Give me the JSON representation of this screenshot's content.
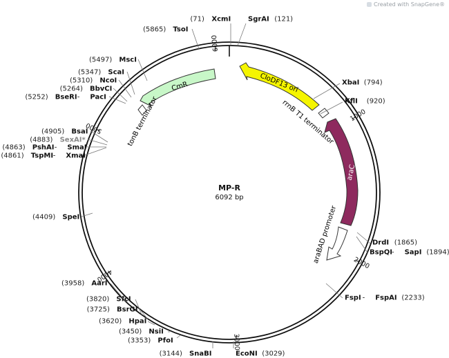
{
  "watermark": "Created with SnapGene®",
  "plasmid": {
    "name": "MP-R",
    "size_label": "6092 bp",
    "length": 6092
  },
  "colors": {
    "backbone": "#111111",
    "clodf13_ori": "#f5f500",
    "arac": "#8e2a5e",
    "cmr": "#c8f7c8",
    "arabad": "#ffffff",
    "terminator": "#ffffff"
  },
  "ticks": [
    {
      "label": "1000",
      "bp": 1000
    },
    {
      "label": "2000",
      "bp": 2000
    },
    {
      "label": "3000",
      "bp": 3000
    },
    {
      "label": "4000",
      "bp": 4000
    },
    {
      "label": "5000",
      "bp": 5000
    },
    {
      "label": "6000",
      "bp": 6000
    }
  ],
  "features": [
    {
      "name": "CloDF13 ori",
      "type": "arrow",
      "color": "#f5f500",
      "text_color": "#000000"
    },
    {
      "name": "araC",
      "type": "arrow",
      "color": "#8e2a5e",
      "text_color": "#ffffff"
    },
    {
      "name": "CmR",
      "type": "arrow",
      "color": "#c8f7c8",
      "text_color": "#000000"
    },
    {
      "name": "araBAD promoter",
      "type": "arrow",
      "color": "#ffffff",
      "text_color": "#000000"
    },
    {
      "name": "rrnB T1 terminator",
      "type": "box",
      "color": "#ffffff"
    },
    {
      "name": "tonB terminator",
      "type": "box",
      "color": "#ffffff"
    }
  ],
  "sites": [
    {
      "pos": "(71)",
      "enzymes": [
        "XcmI"
      ]
    },
    {
      "pos": "(121)",
      "enzymes": [
        "SgrAI"
      ]
    },
    {
      "pos": "(794)",
      "enzymes": [
        "XbaI"
      ]
    },
    {
      "pos": "(920)",
      "enzymes": [
        "KflI"
      ]
    },
    {
      "pos": "(1865)",
      "enzymes": [
        "DrdI"
      ]
    },
    {
      "pos": "(1894)",
      "enzymes": [
        "BspQI",
        "SapI"
      ]
    },
    {
      "pos": "(2233)",
      "enzymes": [
        "FspI",
        "FspAI"
      ]
    },
    {
      "pos": "(3029)",
      "enzymes": [
        "EcoNI"
      ]
    },
    {
      "pos": "(3144)",
      "enzymes": [
        "SnaBI"
      ]
    },
    {
      "pos": "(3353)",
      "enzymes": [
        "PfoI"
      ]
    },
    {
      "pos": "(3450)",
      "enzymes": [
        "NsiI"
      ]
    },
    {
      "pos": "(3620)",
      "enzymes": [
        "HpaI"
      ]
    },
    {
      "pos": "(3725)",
      "enzymes": [
        "BsrGI"
      ]
    },
    {
      "pos": "(3820)",
      "enzymes": [
        "SfcI"
      ]
    },
    {
      "pos": "(3958)",
      "enzymes": [
        "AarI"
      ]
    },
    {
      "pos": "(4409)",
      "enzymes": [
        "SpeI"
      ]
    },
    {
      "pos": "(4861)",
      "enzymes": [
        "TspMI",
        "XmaI"
      ]
    },
    {
      "pos": "(4863)",
      "enzymes": [
        "PshAI",
        "SmaI"
      ]
    },
    {
      "pos": "(4883)",
      "enzymes": [
        "SexAI*"
      ],
      "muted": true
    },
    {
      "pos": "(4905)",
      "enzymes": [
        "BsaI"
      ]
    },
    {
      "pos": "(5252)",
      "enzymes": [
        "BseRI",
        "PacI"
      ]
    },
    {
      "pos": "(5264)",
      "enzymes": [
        "BbvCI"
      ]
    },
    {
      "pos": "(5310)",
      "enzymes": [
        "NcoI"
      ]
    },
    {
      "pos": "(5347)",
      "enzymes": [
        "ScaI"
      ]
    },
    {
      "pos": "(5497)",
      "enzymes": [
        "MscI"
      ]
    },
    {
      "pos": "(5865)",
      "enzymes": [
        "TsoI"
      ]
    }
  ]
}
